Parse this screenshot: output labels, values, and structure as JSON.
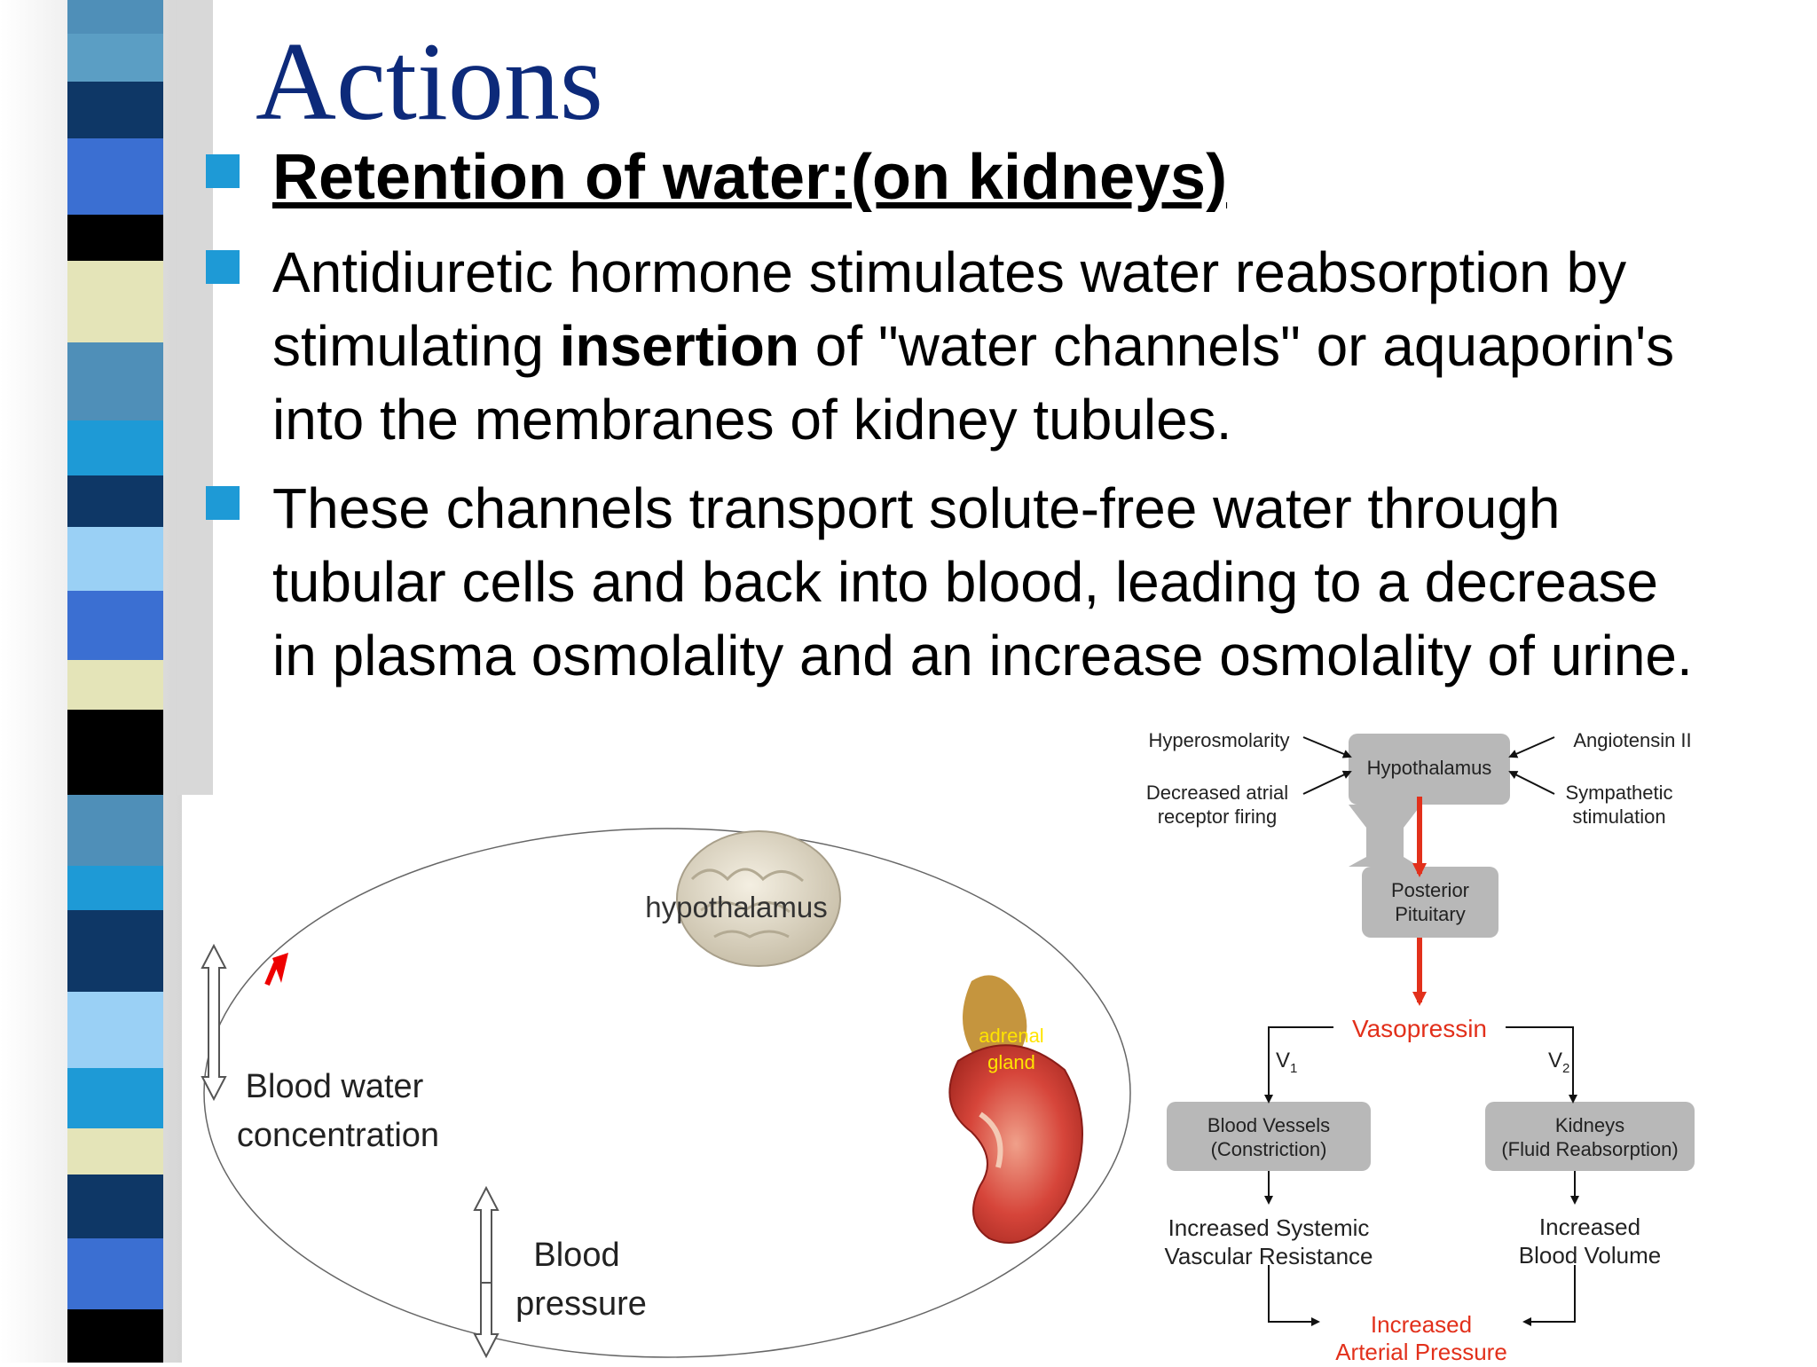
{
  "slide": {
    "title": "Actions",
    "bullets": {
      "b1": "Retention of water:(on kidneys)",
      "b2_l1": "Antidiuretic hormone stimulates water reabsorption by",
      "b2_l2_pre": "stimulating ",
      "b2_l2_bold": "insertion",
      "b2_l2_post": " of \"water channels\" or aquaporin's",
      "b2_l3": "into the membranes of kidney tubules.",
      "b3_l1": " These channels transport solute-free water through",
      "b3_l2": "tubular cells and back into blood, leading to a decrease",
      "b3_l3": "in plasma osmolality and an increase osmolality of urine."
    }
  },
  "cycle_diagram": {
    "hypothalamus": "hypothalamus",
    "adrenal_l1": "adrenal",
    "adrenal_l2": "gland",
    "blood_water_l1": "Blood water",
    "blood_water_l2": "concentration",
    "blood_pressure_l1": "Blood",
    "blood_pressure_l2": "pressure"
  },
  "flowchart": {
    "hyperosmolarity": "Hyperosmolarity",
    "angiotensin": "Angiotensin II",
    "decreased_l1": "Decreased atrial",
    "decreased_l2": "receptor firing",
    "sympathetic_l1": "Sympathetic",
    "sympathetic_l2": "stimulation",
    "hypothalamus": "Hypothalamus",
    "posterior_l1": "Posterior",
    "posterior_l2": "Pituitary",
    "vasopressin": "Vasopressin",
    "v1": "V",
    "v1_sub": "1",
    "v2": "V",
    "v2_sub": "2",
    "vessels_l1": "Blood Vessels",
    "vessels_l2": "(Constriction)",
    "kidneys_l1": "Kidneys",
    "kidneys_l2": "(Fluid Reabsorption)",
    "resistance_l1": "Increased Systemic",
    "resistance_l2": "Vascular Resistance",
    "volume_l1": "Increased",
    "volume_l2": "Blood Volume",
    "pressure_l1": "Increased",
    "pressure_l2": "Arterial Pressure"
  },
  "colors": {
    "title": "#0d2a7a",
    "bullet_marker": "#1e9ad6",
    "flow_red": "#e2301b",
    "box_gray": "#b8b8b8"
  }
}
